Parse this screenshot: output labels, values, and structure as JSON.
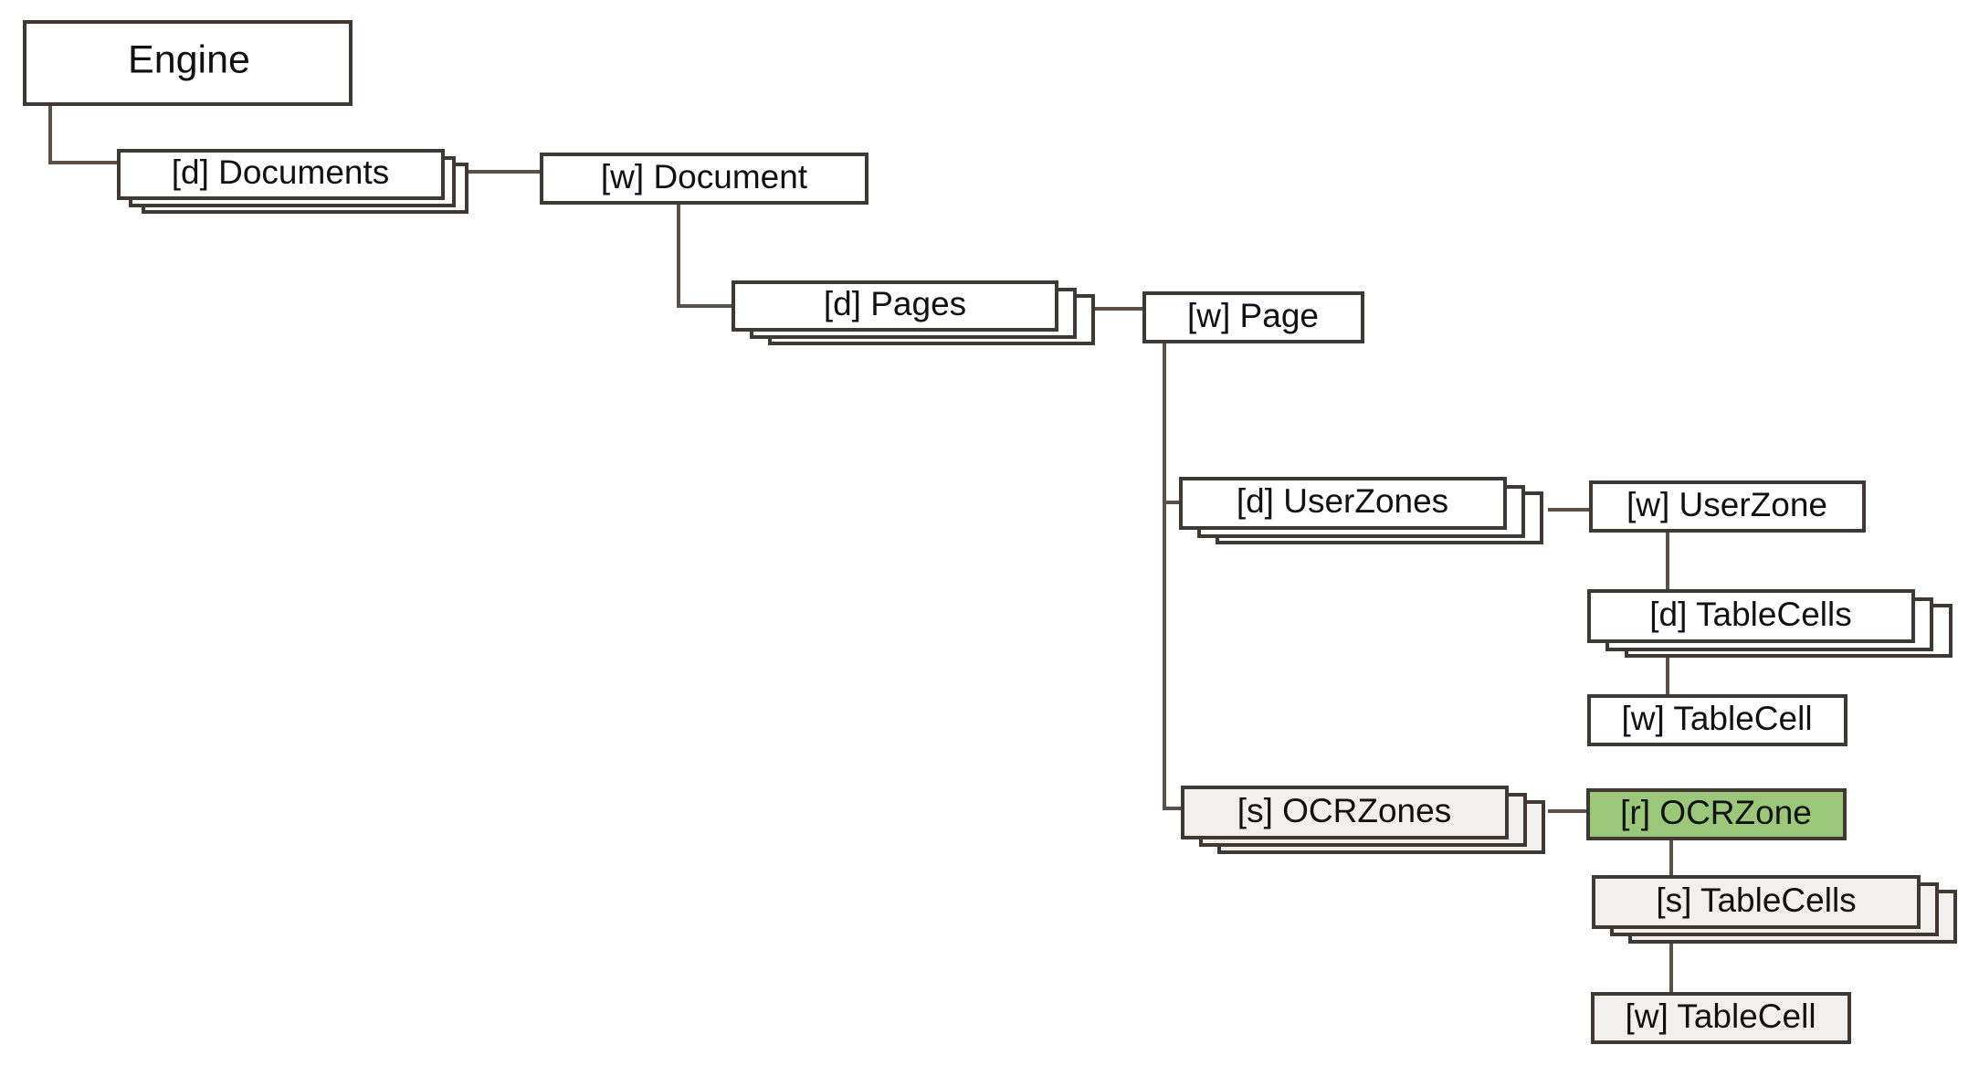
{
  "colors": {
    "line": "#5b5047",
    "frame": "#3f3833",
    "white_box": "#ffffff",
    "light_box": "#f2f0ec",
    "highlight_box": "#9bc878",
    "text": "#111111"
  },
  "nodes": {
    "engine": "Engine",
    "documents": "[d] Documents",
    "document": "[w] Document",
    "pages": "[d] Pages",
    "page": "[w] Page",
    "userzones": "[d] UserZones",
    "userzone": "[w] UserZone",
    "tablecells_d": "[d] TableCells",
    "tablecell_w1": "[w] TableCell",
    "ocrzones": "[s] OCRZones",
    "ocrzone": "[r] OCRZone",
    "tablecells_s": "[s] TableCells",
    "tablecell_w2": "[w] TableCell"
  }
}
